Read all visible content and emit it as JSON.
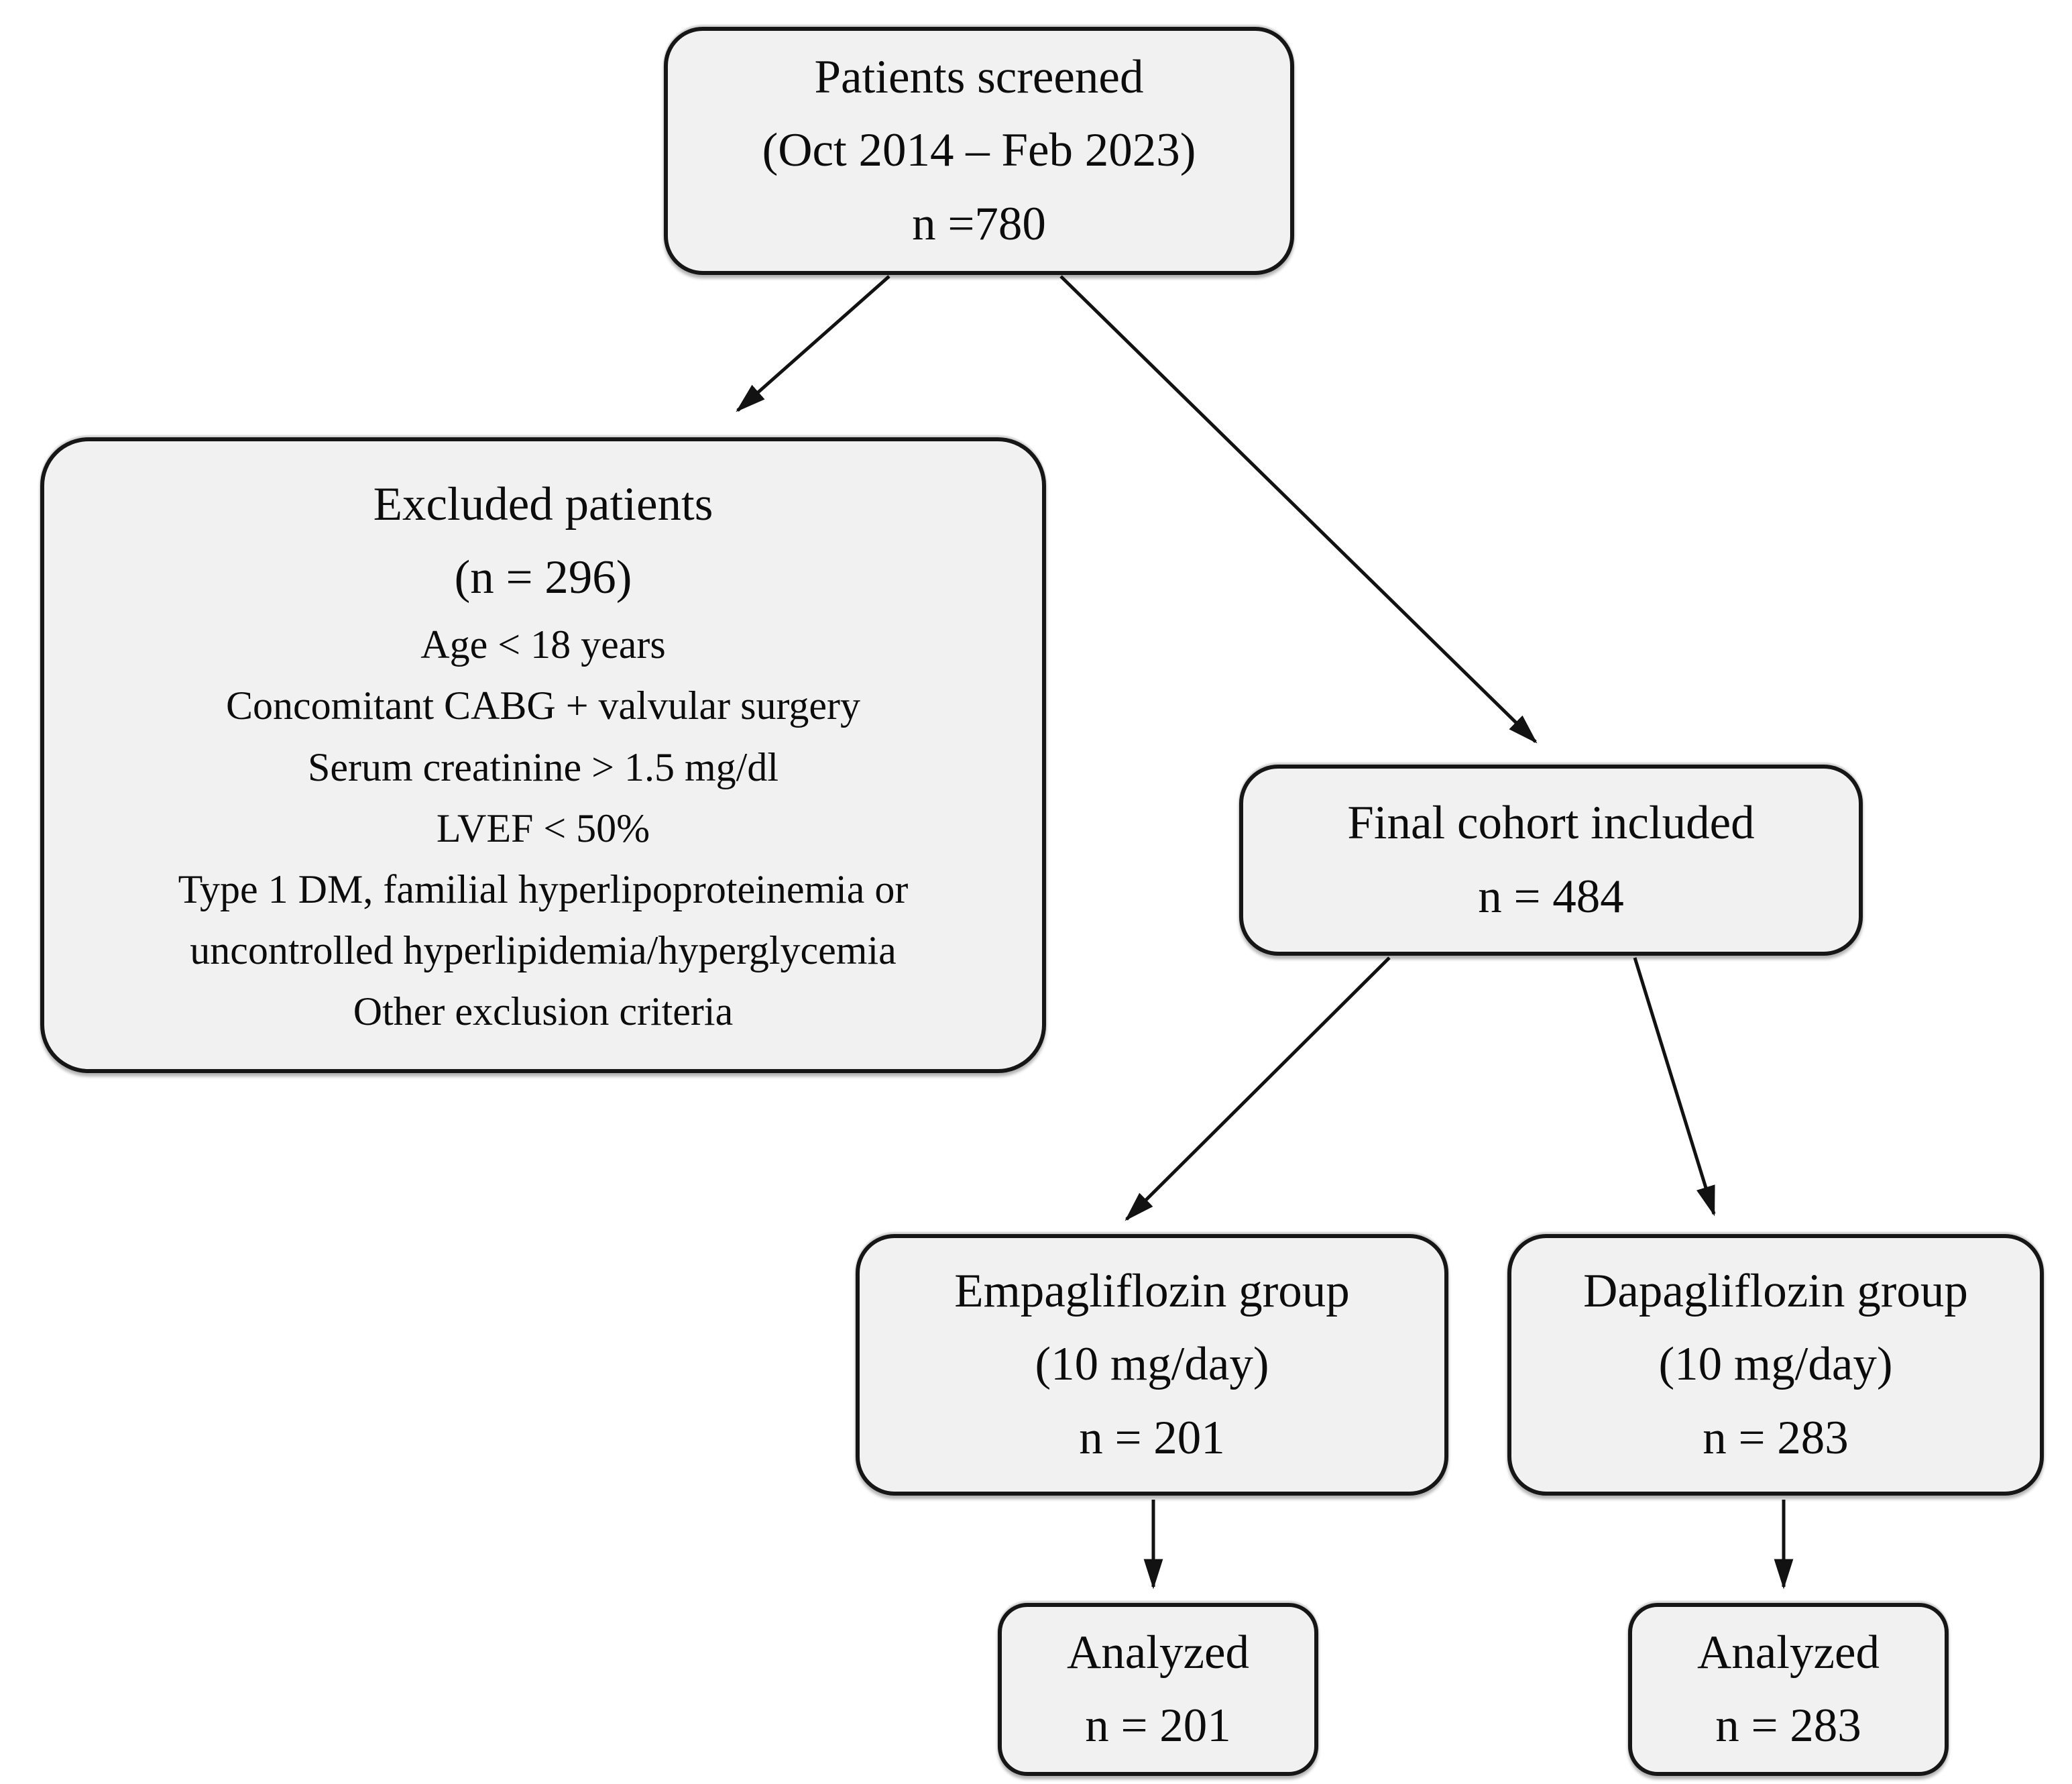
{
  "figure": {
    "type": "patient-flow-diagram",
    "background_color": "#ffffff",
    "box_fill_color": "#f1f1f1",
    "box_border_color": "#161616",
    "text_color": "#0c0c0c"
  },
  "nodes": {
    "screened": {
      "lines": [
        "Patients screened",
        "(Oct 2014 – Feb 2023)",
        "n =780"
      ]
    },
    "excluded": {
      "lines": [
        "Excluded patients",
        "(n = 296)"
      ],
      "criteria": [
        "Age < 18 years",
        "Concomitant CABG + valvular surgery",
        "Serum creatinine > 1.5 mg/dl",
        "LVEF < 50%",
        "Type 1 DM, familial hyperlipoproteinemia or",
        "uncontrolled hyperlipidemia/hyperglycemia",
        "Other exclusion criteria"
      ]
    },
    "final_cohort": {
      "lines": [
        "Final cohort included",
        "n = 484"
      ]
    },
    "empagliflozin": {
      "lines": [
        "Empagliflozin group",
        "(10 mg/day)",
        "n = 201"
      ]
    },
    "dapagliflozin": {
      "lines": [
        "Dapagliflozin group",
        "(10 mg/day)",
        "n = 283"
      ]
    },
    "analyzed_empa": {
      "lines": [
        "Analyzed",
        "n = 201"
      ]
    },
    "analyzed_dapa": {
      "lines": [
        "Analyzed",
        "n = 283"
      ]
    }
  }
}
